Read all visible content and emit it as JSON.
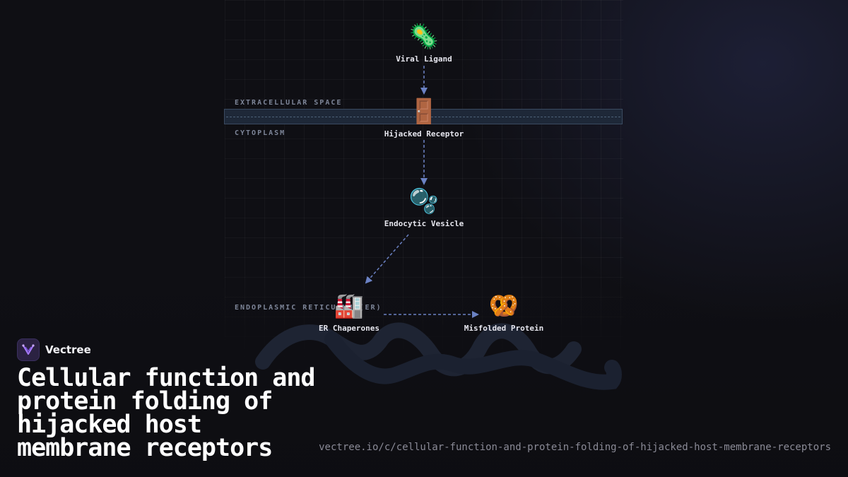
{
  "colors": {
    "background": "#0f0f14",
    "membrane": "#1e2838",
    "arrow": "#6b82c4",
    "accent": "#9b6bff",
    "protein_ribbon": "#1e2433"
  },
  "regions": {
    "extracellular": "EXTRACELLULAR SPACE",
    "cytoplasm": "CYTOPLASM",
    "er": "ENDOPLASMIC RETICULUM (ER)"
  },
  "nodes": {
    "viral_ligand": {
      "icon": "🦠",
      "icon_name": "microbe-icon",
      "label": "Viral Ligand"
    },
    "receptor": {
      "icon": "🚪",
      "icon_name": "door-icon",
      "label": "Hijacked Receptor"
    },
    "vesicle": {
      "icon": "🫧",
      "icon_name": "bubbles-icon",
      "label": "Endocytic Vesicle"
    },
    "chaperones": {
      "icon": "🏭",
      "icon_name": "factory-icon",
      "label": "ER Chaperones"
    },
    "misfolded": {
      "icon": "🥨",
      "icon_name": "pretzel-icon",
      "label": "Misfolded Protein"
    }
  },
  "brand": {
    "name": "Vectree",
    "logo_icon": "vectree-logo-icon"
  },
  "title": "Cellular function and protein folding of hijacked host membrane receptors",
  "url": "vectree.io/c/cellular-function-and-protein-folding-of-hijacked-host-membrane-receptors"
}
